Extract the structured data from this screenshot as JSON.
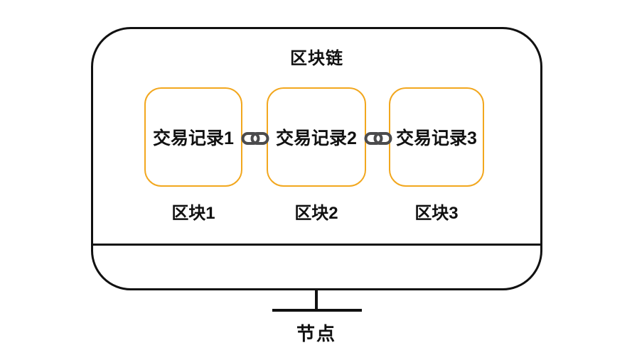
{
  "diagram": {
    "title": "区块链",
    "blocks": [
      {
        "record": "交易记录1",
        "label": "区块1"
      },
      {
        "record": "交易记录2",
        "label": "区块2"
      },
      {
        "record": "交易记录3",
        "label": "区块3"
      }
    ],
    "node_label": "节点",
    "icons": {
      "between_blocks": "chain-link-icon"
    },
    "colors": {
      "background": "#FFFFFF",
      "outline": "#111111",
      "block_border": "#F2A71E",
      "link_icon": "#4B4B4D",
      "text": "#111111"
    }
  }
}
